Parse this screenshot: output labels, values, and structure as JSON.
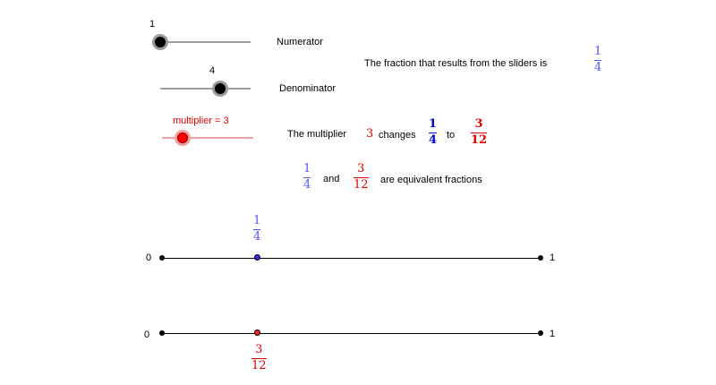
{
  "sliders": {
    "numerator": {
      "value_label": "1",
      "name_label": "Numerator",
      "value": 1,
      "min": 1,
      "max": 4
    },
    "denominator": {
      "value_label": "4",
      "name_label": "Denominator",
      "value": 4,
      "min": 1,
      "max": 4
    },
    "multiplier": {
      "value_label": "multiplier = 3",
      "value": 3
    }
  },
  "result_text": "The fraction that results from the sliders is",
  "result_fraction": {
    "num": "1",
    "den": "4"
  },
  "multiplier_sentence": {
    "prefix": "The multiplier",
    "multiplier": "3",
    "changes": "changes",
    "from": {
      "num": "1",
      "den": "4"
    },
    "to_word": "to",
    "to": {
      "num": "3",
      "den": "12"
    }
  },
  "equivalence": {
    "left": {
      "num": "1",
      "den": "4"
    },
    "and_word": "and",
    "right": {
      "num": "3",
      "den": "12"
    },
    "suffix": "are equivalent fractions"
  },
  "number_line_top": {
    "start_label": "0",
    "end_label": "1",
    "point_fraction": 0.25,
    "point_label": {
      "num": "1",
      "den": "4"
    }
  },
  "number_line_bottom": {
    "start_label": "0",
    "end_label": "1",
    "point_fraction": 0.25,
    "point_label": {
      "num": "3",
      "den": "12"
    }
  },
  "colors": {
    "blue": "#5555ff",
    "dark_blue": "#0000cc",
    "red": "#e00000"
  }
}
